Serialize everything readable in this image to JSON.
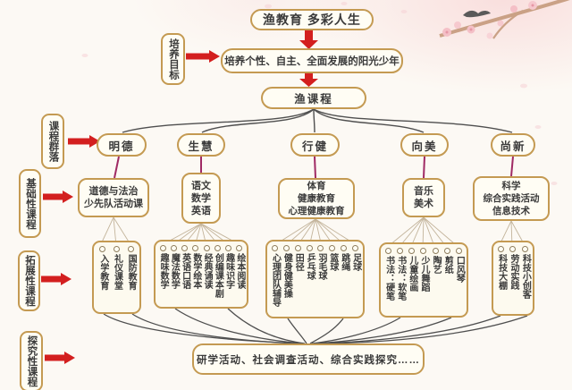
{
  "title": "渔教育  多彩人生",
  "goal": "培养个性、自主、全面发展的阳光少年",
  "root": "渔课程",
  "side_labels": {
    "target": "培养目标",
    "cluster": "课程群落",
    "basic": "基础性课程",
    "expansion": "拓展性课程",
    "inquiry": "探究性课程"
  },
  "branches": [
    {
      "category": "明德",
      "basic": [
        "道德与法治",
        "少先队活动课"
      ],
      "expansion": [
        "入学教育",
        "礼仪课堂",
        "国防教育"
      ]
    },
    {
      "category": "生慧",
      "basic": [
        "语文",
        "数学",
        "英语"
      ],
      "expansion": [
        "趣味数学",
        "魔法数学",
        "英语口语",
        "数学绘本",
        "经典诵读",
        "创编课本剧",
        "趣味识字",
        "绘本阅读"
      ]
    },
    {
      "category": "行健",
      "basic": [
        "体育",
        "健康教育",
        "心理健康教育"
      ],
      "expansion": [
        "心理团队辅导",
        "健身健美操",
        "田径",
        "乒乓球",
        "羽毛球",
        "篮球",
        "跳绳",
        "足球"
      ]
    },
    {
      "category": "向美",
      "basic": [
        "音乐",
        "美术"
      ],
      "expansion": [
        "书法：硬笔",
        "书法：软笔",
        "儿童绘画",
        "少儿舞蹈",
        "陶艺",
        "剪纸",
        "口风琴"
      ]
    },
    {
      "category": "尚新",
      "basic": [
        "科学",
        "综合实践活动",
        "信息技术"
      ],
      "expansion": [
        "科技大棚",
        "劳动实践",
        "科技小创客"
      ]
    }
  ],
  "bottom": "研学活动、社会调查活动、综合实践探究……",
  "colors": {
    "box_border": "#c49a52",
    "box_bg": "#fffdf4",
    "arrow_red": "#d31f1f",
    "branch_line": "#a02a64",
    "connector_line": "#4f4f4f",
    "string_line": "#c3b49b"
  }
}
